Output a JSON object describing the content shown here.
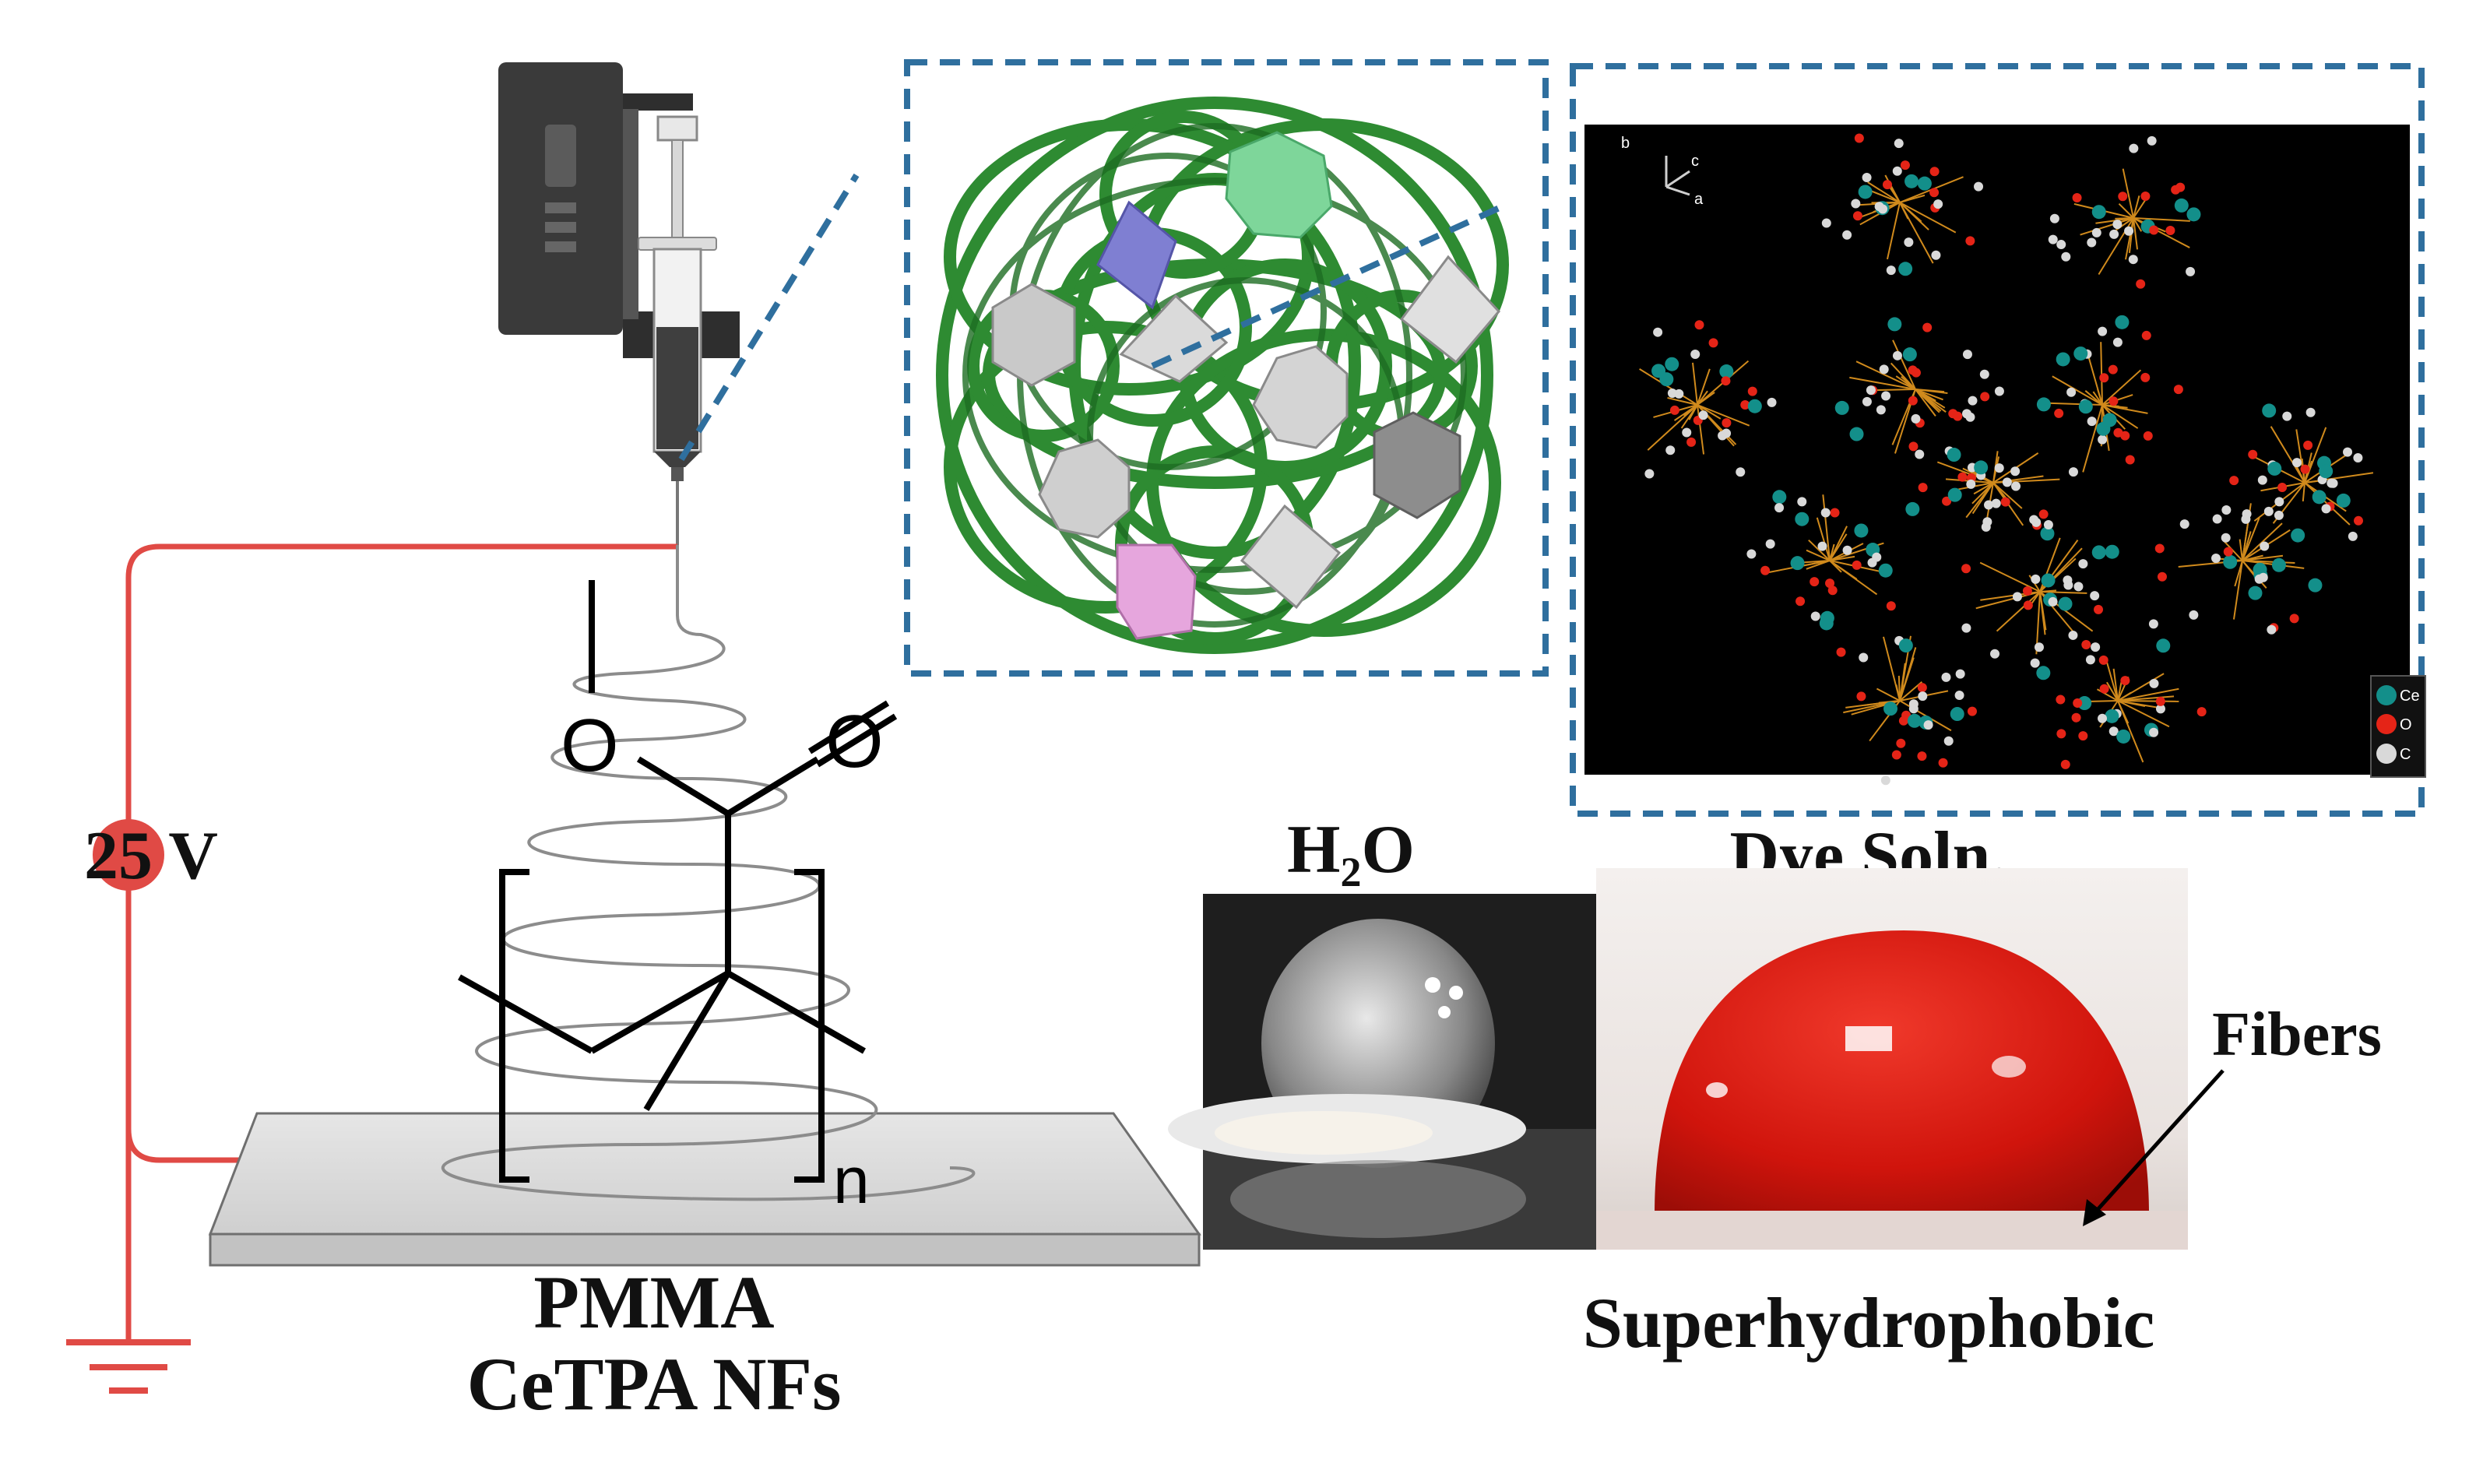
{
  "voltage_label": "25 V",
  "polymer_label": "PMMA",
  "composite_label": "CeTPA NFs",
  "monomer": {
    "oxygen_ester": "O",
    "oxygen_carbonyl": "O",
    "repeat_subscript": "n"
  },
  "crystal_axes": {
    "a": "a",
    "b": "b",
    "c": "c"
  },
  "crystal_legend": [
    "Ce",
    "O",
    "C"
  ],
  "droplets": {
    "water_label_main": "H",
    "water_label_sub": "2",
    "water_label_tail": "O",
    "dye_label": "Dye Soln.",
    "fibers_label": "Fibers",
    "wetting_label": "Superhydrophobic"
  },
  "colors": {
    "circuit": "#e04a45",
    "callout_dash": "#2f6f9e",
    "fiber_ball": "#2e8b32",
    "dye_drop": "#d4160f",
    "ce_atom": "#138f8a",
    "o_atom": "#e52417",
    "c_atom": "#d9d9d9"
  }
}
